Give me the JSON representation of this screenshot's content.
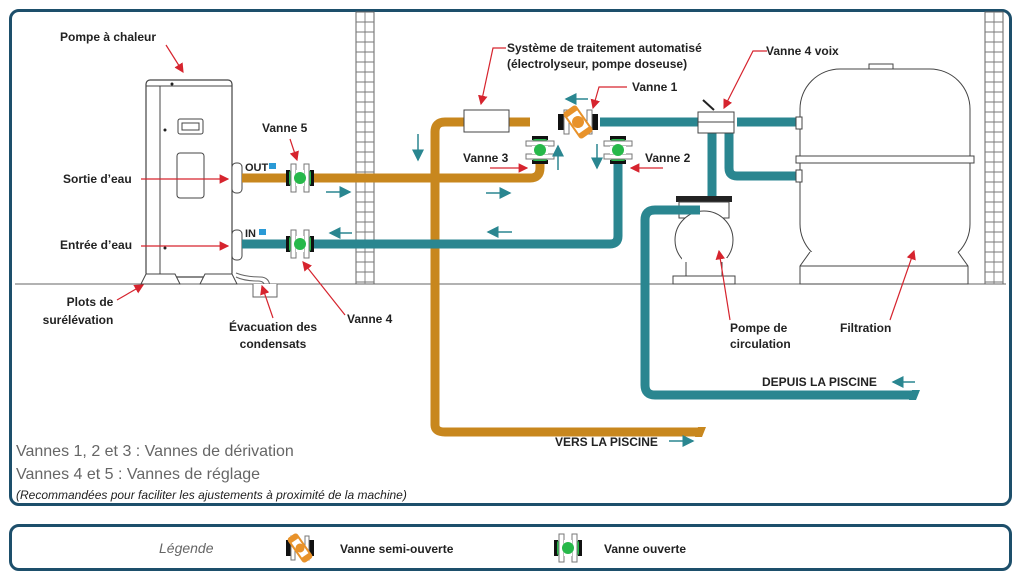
{
  "colors": {
    "frame": "#1d4f6b",
    "hot_pipe": "#c8871e",
    "cold_pipe": "#2a8690",
    "arrow_red": "#d6242e",
    "flow_arrow": "#2a8690",
    "valve_open": "#27b84a",
    "valve_half": "#e8922a"
  },
  "labels": {
    "heat_pump": "Pompe à chaleur",
    "water_out": "Sortie d’eau",
    "water_in": "Entrée d’eau",
    "risers_line1": "Plots de",
    "risers_line2": "surélévation",
    "condensate_line1": "Évacuation des",
    "condensate_line2": "condensats",
    "valve5": "Vanne 5",
    "valve4": "Vanne 4",
    "valve3": "Vanne 3",
    "valve2": "Vanne 2",
    "valve1": "Vanne 1",
    "treatment_line1": "Système de traitement automatisé",
    "treatment_line2": "(électrolyseur, pompe doseuse)",
    "four_way_valve": "Vanne 4 voix",
    "circ_pump_line1": "Pompe de",
    "circ_pump_line2": "circulation",
    "filtration": "Filtration",
    "from_pool": "DEPUIS LA PISCINE",
    "to_pool": "VERS LA PISCINE",
    "out_tag": "OUT",
    "in_tag": "IN"
  },
  "notes": {
    "line1": "Vannes 1, 2 et 3 : Vannes de dérivation",
    "line2": "Vannes 4 et 5 : Vannes de réglage",
    "line3": "(Recommandées pour faciliter les ajustements à proximité de la machine)"
  },
  "legend": {
    "title": "Légende",
    "items": [
      {
        "icon": "half-open-valve-icon",
        "label": "Vanne semi-ouverte"
      },
      {
        "icon": "open-valve-icon",
        "label": "Vanne ouverte"
      }
    ]
  }
}
